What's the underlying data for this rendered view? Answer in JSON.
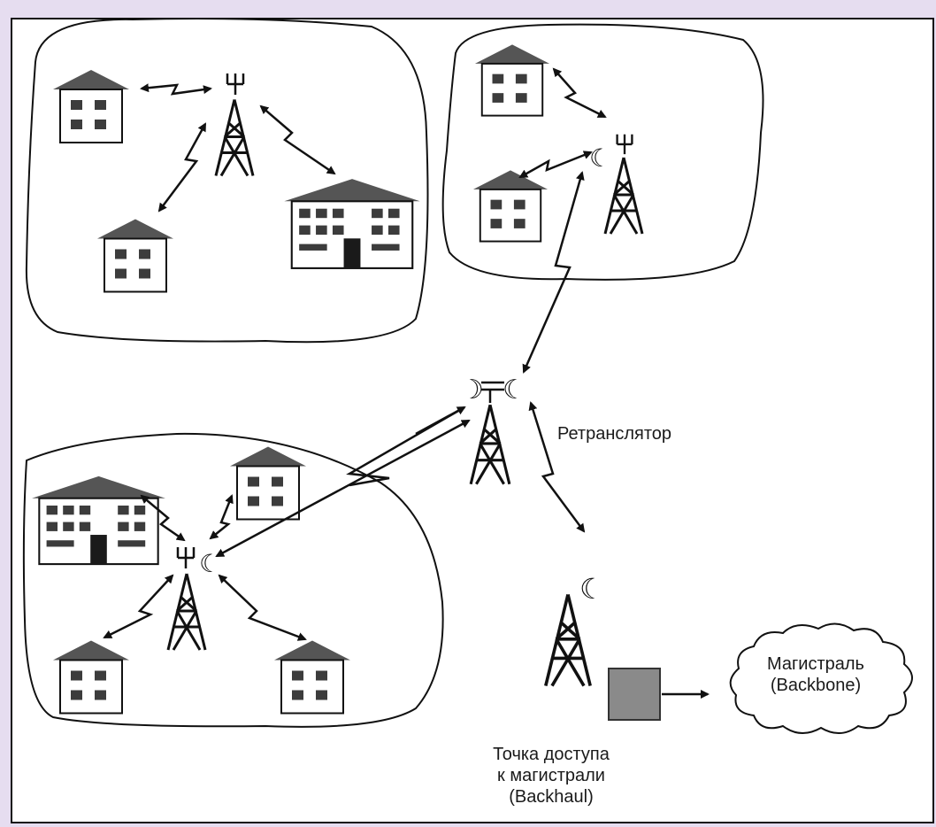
{
  "labels": {
    "repeater": "Ретранслятор",
    "backbone_line1": "Магистраль",
    "backbone_line2": "(Backbone)",
    "access_line1": "Точка доступа",
    "access_line2": "к магистрали",
    "access_line3": "(Backhaul)"
  },
  "colors": {
    "frame_border": "#7b3fa0",
    "ink": "#111111",
    "roof": "#555555",
    "window": "#3c3c3c"
  },
  "icons": [
    "house-icon",
    "tower-icon",
    "dish-icon",
    "cloud-icon",
    "router-icon",
    "link-arrow-icon"
  ]
}
